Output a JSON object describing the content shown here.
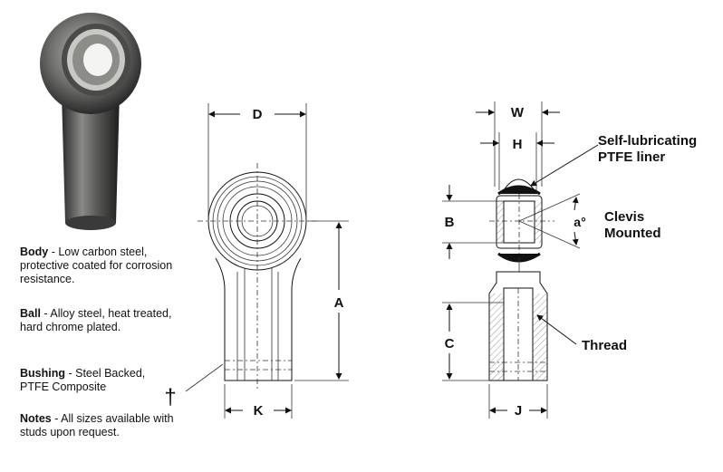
{
  "specs": [
    {
      "term": "Body",
      "sep": " - ",
      "desc": "Low carbon steel, protective coated for corrosion resistance."
    },
    {
      "term": "Ball",
      "sep": " - ",
      "desc": "Alloy steel, heat treated, hard chrome plated."
    },
    {
      "term": "Bushing",
      "sep": " - ",
      "desc": "Steel Backed, PTFE Composite"
    },
    {
      "term": "Notes",
      "sep": " - ",
      "desc": "All sizes available with studs upon request."
    }
  ],
  "front_view": {
    "dim_d": "D",
    "dim_a": "A",
    "dim_k": "K",
    "dagger": "†"
  },
  "side_view": {
    "dim_w": "W",
    "dim_h": "H",
    "dim_b": "B",
    "dim_c": "C",
    "dim_j": "J",
    "angle": "a°",
    "liner_line1": "Self-lubricating",
    "liner_line2": "PTFE liner",
    "clevis_line1": "Clevis",
    "clevis_line2": "Mounted",
    "thread": "Thread"
  }
}
